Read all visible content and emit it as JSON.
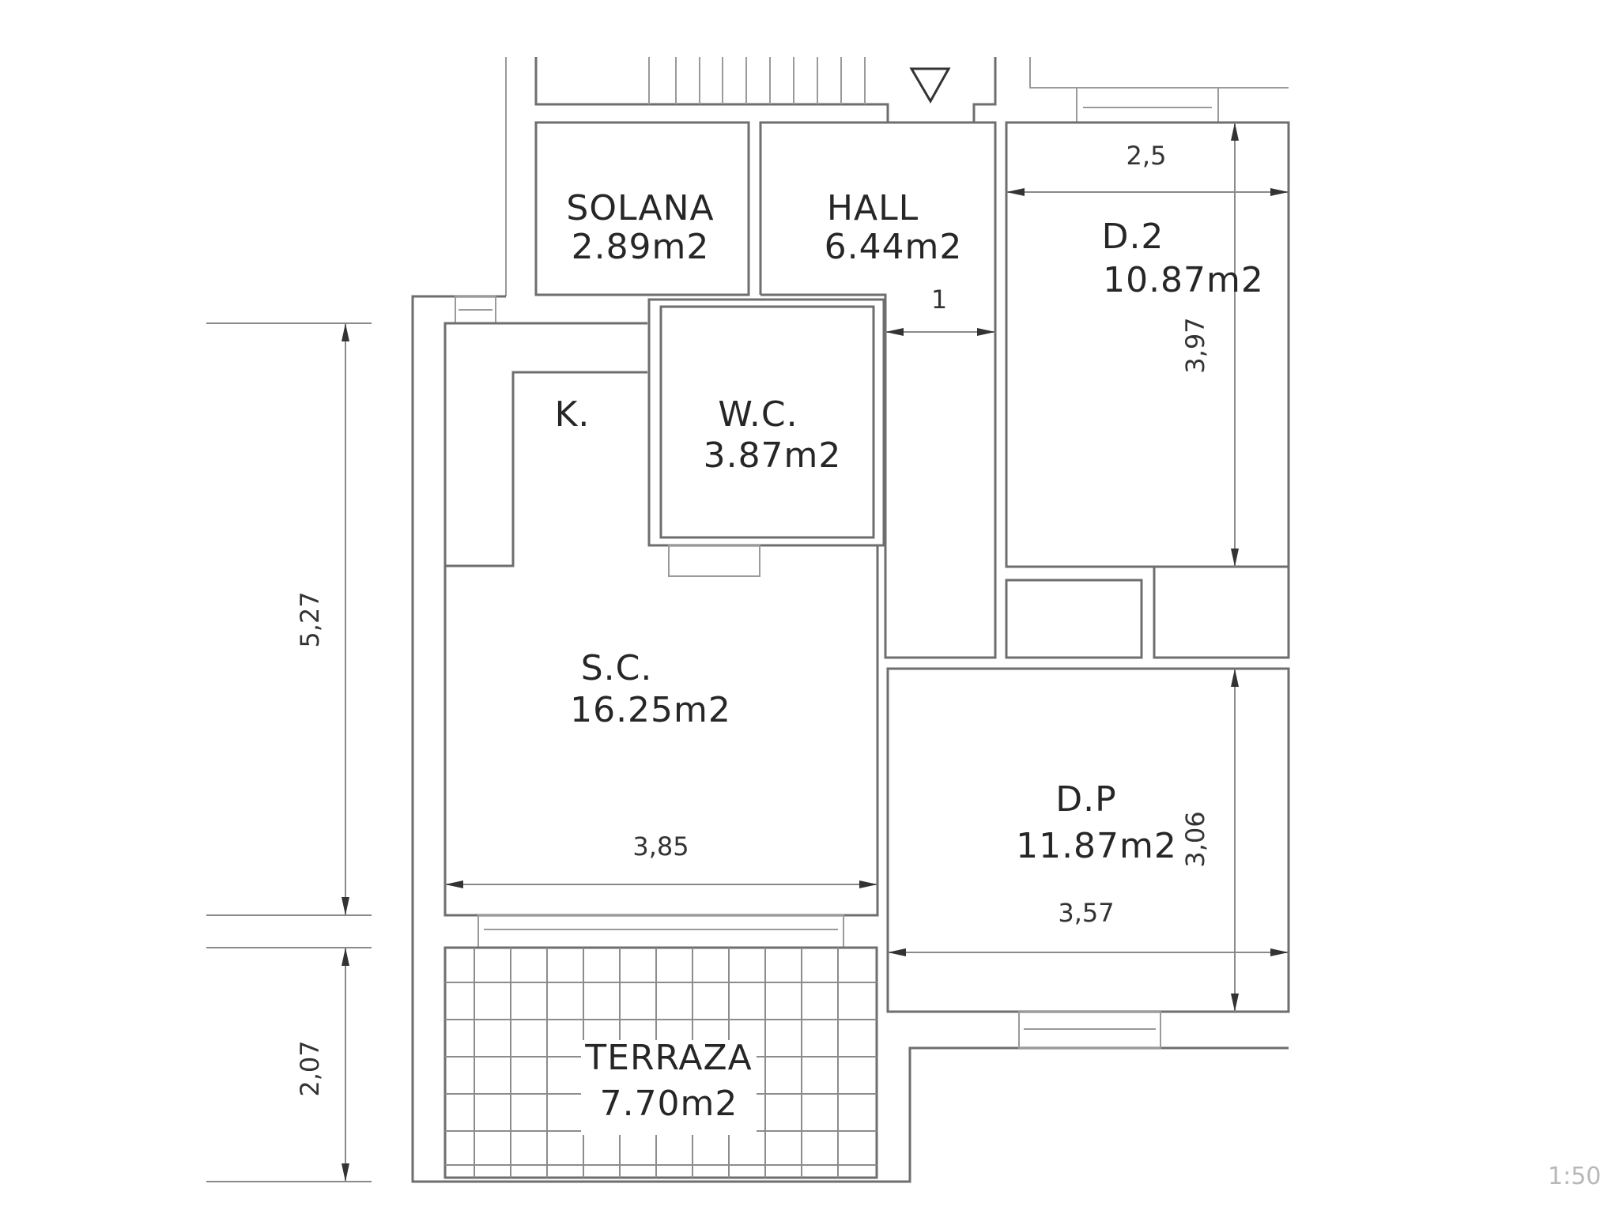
{
  "plan": {
    "rooms": [
      {
        "id": "solana",
        "name": "SOLANA",
        "area": "2.89m2"
      },
      {
        "id": "hall",
        "name": "HALL",
        "area": "6.44m2"
      },
      {
        "id": "d2",
        "name": "D.2",
        "area": "10.87m2"
      },
      {
        "id": "kitchen",
        "name": "K.",
        "area": ""
      },
      {
        "id": "wc",
        "name": "W.C.",
        "area": "3.87m2"
      },
      {
        "id": "sc",
        "name": "S.C.",
        "area": "16.25m2"
      },
      {
        "id": "dp",
        "name": "D.P",
        "area": "11.87m2"
      },
      {
        "id": "terraza",
        "name": "TERRAZA",
        "area": "7.70m2"
      }
    ],
    "dimensions": {
      "d2_width": "2,5",
      "d2_height": "3,97",
      "hall_corridor_width": "1",
      "sc_width": "3,85",
      "dp_width": "3,57",
      "dp_height": "3,06",
      "left_main": "5,27",
      "left_terrace": "2,07"
    },
    "scale_note": "1:50",
    "entrance_symbol": "triangle-down"
  },
  "colors": {
    "wall": "#6e6e6e",
    "text": "#262626",
    "background": "#ffffff"
  }
}
